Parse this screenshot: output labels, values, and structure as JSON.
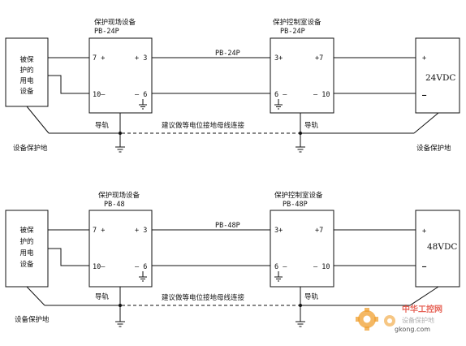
{
  "sections": [
    {
      "field_device_title": "保护现场设备",
      "field_device_model": "PB-24P",
      "control_device_title": "保护控制室设备",
      "control_device_model": "PB-24P",
      "load_label_lines": [
        "被保",
        "护的",
        "用电",
        "设备"
      ],
      "field_pins": {
        "in_pos": "7 +",
        "out_pos": "+ 3",
        "in_neg": "10–",
        "out_neg": "– 6"
      },
      "control_pins": {
        "in_pos": "3+",
        "out_pos": "+7",
        "in_neg": "6 –",
        "out_neg": "– 10"
      },
      "cable_label": "PB-24P",
      "supply_label": "24VDC",
      "supply_pos": "+",
      "supply_neg": "–",
      "rail_left": "导轨",
      "rail_right": "导轨",
      "bonding_note": "建议做等电位接地母线连接",
      "ground_left": "设备保护地",
      "ground_right": "设备保护地"
    },
    {
      "field_device_title": "保护现场设备",
      "field_device_model": "PB-48",
      "control_device_title": "保护控制室设备",
      "control_device_model": "PB-48P",
      "load_label_lines": [
        "被保",
        "护的",
        "用电",
        "设备"
      ],
      "field_pins": {
        "in_pos": "7 +",
        "out_pos": "+ 3",
        "in_neg": "10–",
        "out_neg": "– 6"
      },
      "control_pins": {
        "in_pos": "3+",
        "out_pos": "+7",
        "in_neg": "6 –",
        "out_neg": "– 10"
      },
      "cable_label": "PB-48P",
      "supply_label": "48VDC",
      "supply_pos": "+",
      "supply_neg": "–",
      "rail_left": "导轨",
      "rail_right": "导轨",
      "bonding_note": "建议做等电位接地母线连接",
      "ground_left": "设备保护地",
      "ground_right": ""
    }
  ],
  "watermark": {
    "brand": "中华工控网",
    "url": "gkong.com",
    "overlay_text": "设备保护地"
  },
  "colors": {
    "line": "#111111",
    "watermark_orange": "#f0a030",
    "watermark_red": "#e03c2c"
  }
}
